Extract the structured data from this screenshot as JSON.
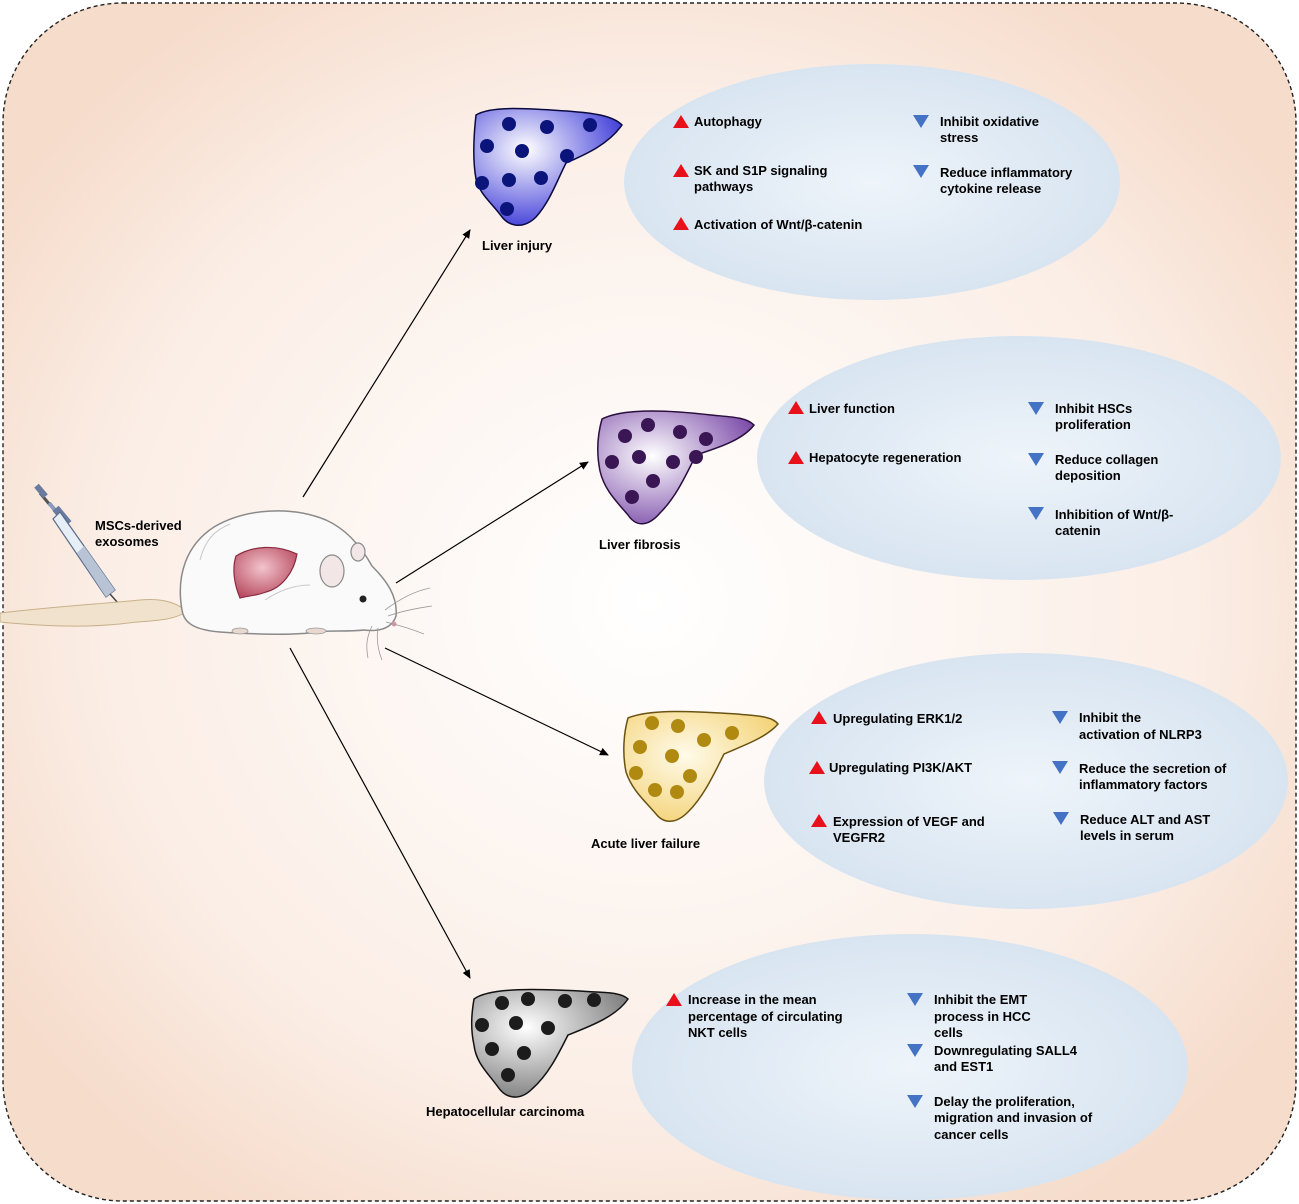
{
  "injection": {
    "label_line1": "MSCs-derived",
    "label_line2": "exosomes"
  },
  "diseases": {
    "injury": {
      "name": "Liver injury",
      "up": [
        [
          "Autophagy"
        ],
        [
          "SK and S1P signaling",
          "pathways"
        ],
        [
          "Activation of Wnt/β-catenin"
        ]
      ],
      "down": [
        [
          "Inhibit oxidative",
          "stress"
        ],
        [
          "Reduce inflammatory",
          "cytokine release"
        ]
      ],
      "liver_color": "#3d3ad8",
      "dot_color": "#0a147a"
    },
    "fibrosis": {
      "name": "Liver fibrosis",
      "up": [
        [
          "Liver function"
        ],
        [
          "Hepatocyte regeneration"
        ]
      ],
      "down": [
        [
          "Inhibit HSCs",
          "proliferation"
        ],
        [
          "Reduce collagen",
          "deposition"
        ],
        [
          "Inhibition of Wnt/β-",
          "catenin"
        ]
      ],
      "liver_color": "#7a4aa8",
      "dot_color": "#3a1654"
    },
    "failure": {
      "name": "Acute liver failure",
      "up": [
        [
          "Upregulating ERK1/2"
        ],
        [
          "Upregulating PI3K/AKT"
        ],
        [
          "Expression of VEGF and",
          "VEGFR2"
        ]
      ],
      "down": [
        [
          "Inhibit  the",
          "activation of NLRP3"
        ],
        [
          "Reduce the secretion of",
          "inflammatory factors"
        ],
        [
          "Reduce ALT and AST",
          "levels in serum"
        ]
      ],
      "liver_color": "#f3d070",
      "dot_color": "#b08a10"
    },
    "hcc": {
      "name": "Hepatocellular carcinoma",
      "up": [
        [
          "Increase in the mean",
          "percentage of circulating",
          "NKT cells"
        ]
      ],
      "down": [
        [
          "Inhibit the EMT",
          "process in HCC",
          "cells"
        ],
        [
          "Downregulating SALL4",
          "and EST1"
        ],
        [
          "Delay the proliferation,",
          "migration and invasion of",
          "cancer cells"
        ]
      ],
      "liver_color": "#8c8c8c",
      "dot_color": "#1c1c1c"
    }
  },
  "colors": {
    "frame_fill": "#f8e6da",
    "ellipse_fill": "#dde8f3",
    "up_marker": "#e8101a",
    "down_marker": "#4472c4",
    "mouse_liver": "#c85a6e"
  }
}
